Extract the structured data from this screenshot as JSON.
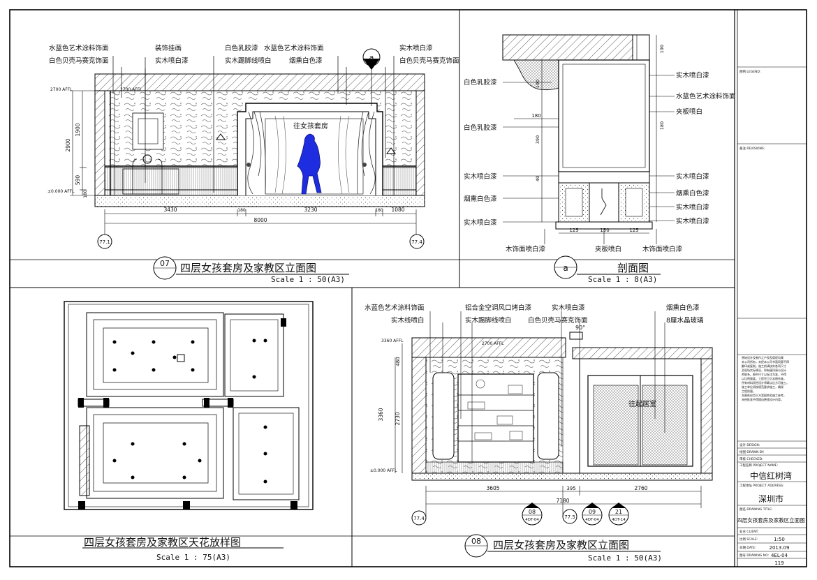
{
  "panel_07": {
    "labels_left": [
      "水蓝色艺术涂料饰面",
      "白色贝壳马赛克饰面",
      "装饰挂画",
      "实木喷白漆"
    ],
    "labels_mid": [
      "白色乳胶漆",
      "水蓝色艺术涂料饰面",
      "实木踢脚线喷白",
      "烟熏白色漆"
    ],
    "labels_right": [
      "实木喷白漆",
      "白色贝壳马赛克饰面"
    ],
    "section_tag": "a",
    "level_left": "2700 AFFL",
    "level_inner": "2700 AFFL",
    "level_floor": "±0.000 AFFL",
    "vdims": [
      "2900",
      "1900",
      "590",
      "180"
    ],
    "door_label": "往女孩套房",
    "hdims": [
      "3430",
      "180",
      "3230",
      "180",
      "1080"
    ],
    "total": "8000",
    "grid_left": "77.1",
    "grid_right": "77.4",
    "title_no": "07",
    "title": "四层女孩套房及家教区立面图",
    "scale": "Scale 1 : 50(A3)"
  },
  "panel_a": {
    "left_labels": [
      "白色乳胶漆",
      "白色乳胶漆",
      "实木喷白漆",
      "烟熏白色漆",
      "实木喷白漆"
    ],
    "right_labels": [
      "实木喷白漆",
      "水蓝色艺术涂料饰面",
      "夹板喷白",
      "实木喷白漆",
      "烟熏白色漆",
      "实木喷白漆",
      "实木喷白漆"
    ],
    "bottom_labels": [
      "木饰面喷白漆",
      "夹板喷白",
      "木饰面喷白漆"
    ],
    "dims": [
      "190",
      "180",
      "390",
      "40",
      "125",
      "150",
      "125",
      "190",
      "180"
    ],
    "tag": "a",
    "title": "剖面图",
    "scale": "Scale 1 : 8(A3)"
  },
  "panel_ceiling": {
    "title": "四层女孩套房及家教区天花放样图",
    "scale": "Scale 1 : 75(A3)"
  },
  "panel_08": {
    "labels": [
      "水蓝色艺术涂料饰面",
      "实木线喷白",
      "铝合金空调风口烤白漆",
      "实木踢脚线喷白",
      "实木喷白漆",
      "白色贝壳马赛克饰面",
      "烟熏白色漆",
      "8厘水晶玻璃"
    ],
    "angle": "90°",
    "level_top": "3360 AFFL",
    "level_inner": "2700 AFFL",
    "level_floor": "±0.000 AFFL",
    "vdims": [
      "480",
      "3360",
      "2730"
    ],
    "door_label": "往起居室",
    "hdims": [
      "3605",
      "395",
      "2760"
    ],
    "total": "7180",
    "grid_left": "77.4",
    "grid_mid": "77.5",
    "callouts": [
      {
        "no": "08",
        "sheet": "4DT-04"
      },
      {
        "no": "09",
        "sheet": "4DT-04"
      },
      {
        "no": "21",
        "sheet": "4DT-14"
      }
    ],
    "title_no": "08",
    "title": "四层女孩套房及家教区立面图",
    "scale": "Scale 1 : 50(A3)"
  },
  "title_block": {
    "legend": "图例 LEGEND:",
    "revisions": "备注 REVISIONS:",
    "notes": [
      "原始设计及制作之产权及版权均属",
      "本公司所有，未经本公司书面同意不得",
      "翻印或复制。施工前请核实各项尺寸",
      "及现场实际情况，如有疑问请与设计",
      "师联系。图中尺寸以标注为准，不得",
      "以比例量度。工程完工后本图作废。",
      "所有材料须经设计师确认后方可施工。",
      "施工单位须按规范要求施工，确保",
      "工程质量。",
      "本图纸仅用于方案报审及施工参考。",
      "未经批准不得擅自更改设计内容。"
    ],
    "design": "设计 DESIGN:",
    "drawn": "绘图 DRAWN BY:",
    "checked": "审核 CHECKED:",
    "project_label": "工程名称 PROJECT NAME:",
    "project": "中信红树湾",
    "address_label": "工程地址 PROJECT ADDRESS:",
    "address": "深圳市",
    "drawing_title_label": "图名 DRAWING TITLE:",
    "drawing_title": "四层女孩套房及家教区立面图",
    "client": "业主 CLIENT:",
    "rows": [
      {
        "k": "比例 SCALE:",
        "v": "1:50"
      },
      {
        "k": "日期 DATE:",
        "v": "2013.09"
      },
      {
        "k": "图号 DRAWING NO:",
        "v": "4EL-04"
      },
      {
        "k": "",
        "v": "119"
      }
    ]
  }
}
